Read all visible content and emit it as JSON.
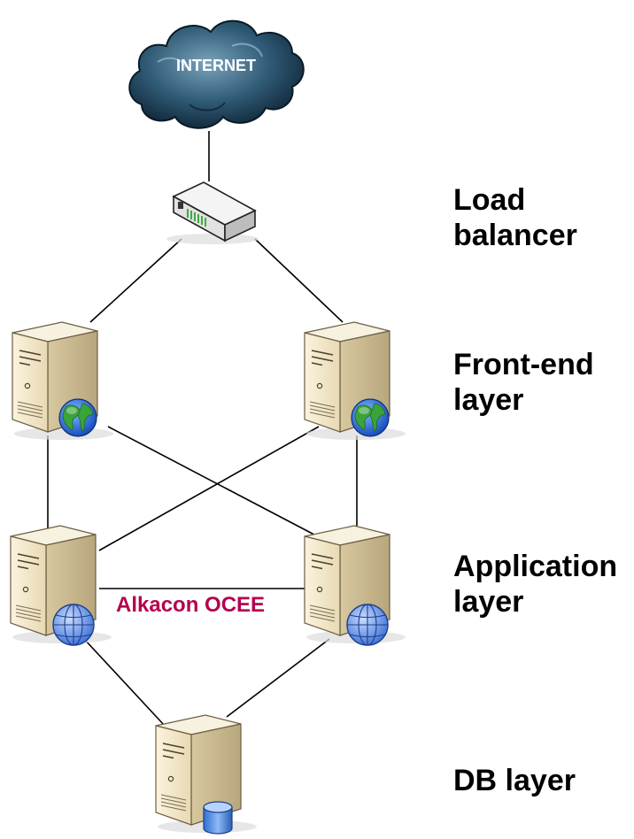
{
  "colors": {
    "link": "#000000",
    "cloud_dark": "#0f2a3d",
    "cloud_mid": "#3f6f8c",
    "cloud_light": "#8fb4c8",
    "server_front": "#f1e6cb",
    "server_side": "#cdbd95",
    "server_top": "#fbf6e8",
    "cluster_text": "#b5004e"
  },
  "nodes": {
    "internet": {
      "label": "INTERNET",
      "icon": "cloud-icon"
    },
    "load_balancer": {
      "icon": "switch-icon"
    },
    "fe1": {
      "icon": "server-icon",
      "badge": "globe-color-icon"
    },
    "fe2": {
      "icon": "server-icon",
      "badge": "globe-color-icon"
    },
    "app1": {
      "icon": "server-icon",
      "badge": "globe-wire-icon"
    },
    "app2": {
      "icon": "server-icon",
      "badge": "globe-wire-icon"
    },
    "db": {
      "icon": "server-icon",
      "badge": "database-icon"
    }
  },
  "cluster": {
    "label": "Alkacon OCEE"
  },
  "layers": [
    {
      "line1": "Load",
      "line2": "balancer"
    },
    {
      "line1": "Front-end",
      "line2": "layer"
    },
    {
      "line1": "Application",
      "line2": "layer"
    },
    {
      "line1": "DB layer",
      "line2": ""
    }
  ],
  "edges": [
    [
      "internet",
      "load_balancer"
    ],
    [
      "load_balancer",
      "fe1"
    ],
    [
      "load_balancer",
      "fe2"
    ],
    [
      "fe1",
      "app1"
    ],
    [
      "fe1",
      "app2"
    ],
    [
      "fe2",
      "app1"
    ],
    [
      "fe2",
      "app2"
    ],
    [
      "app1",
      "app2"
    ],
    [
      "app1",
      "db"
    ],
    [
      "app2",
      "db"
    ]
  ]
}
